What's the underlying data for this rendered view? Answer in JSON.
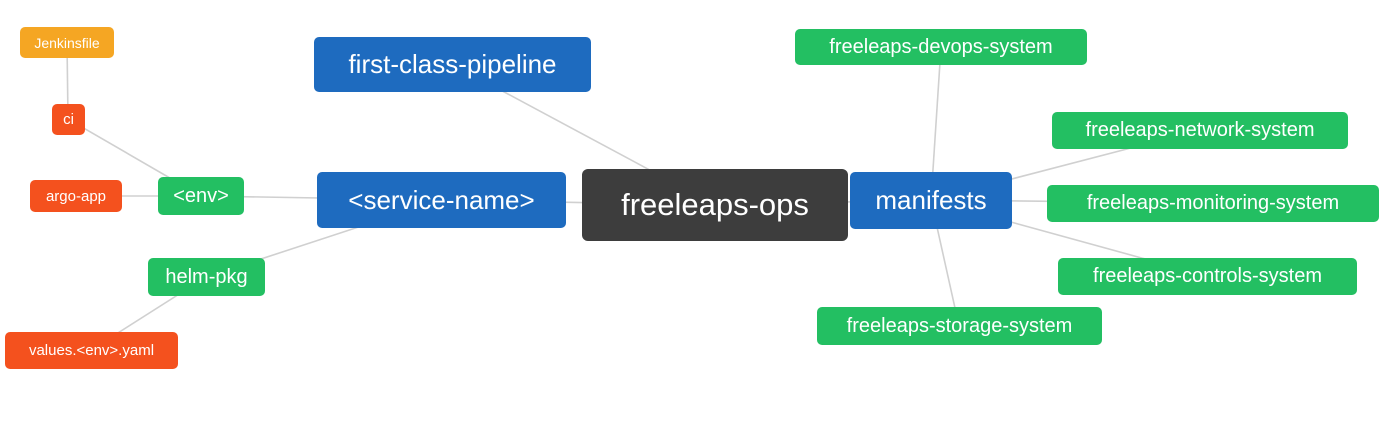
{
  "diagram": {
    "type": "mindmap",
    "colors": {
      "root_node": "#3d3d3d",
      "branch_node": "#1e6bbf",
      "leaf_green": "#23bf62",
      "leaf_orange": "#f4511e",
      "leaf_amber": "#f5a623",
      "edge": "#d0d0d0",
      "background": "#ffffff",
      "text": "#ffffff"
    },
    "nodes": {
      "root": {
        "label": "freeleaps-ops"
      },
      "first_class_pipeline": {
        "label": "first-class-pipeline"
      },
      "service_name": {
        "label": "<service-name>"
      },
      "env": {
        "label": "<env>"
      },
      "ci": {
        "label": "ci"
      },
      "jenkinsfile": {
        "label": "Jenkinsfile"
      },
      "argo_app": {
        "label": "argo-app"
      },
      "helm_pkg": {
        "label": "helm-pkg"
      },
      "values_env_yaml": {
        "label": "values.<env>.yaml"
      },
      "manifests": {
        "label": "manifests"
      },
      "devops_system": {
        "label": "freeleaps-devops-system"
      },
      "network_system": {
        "label": "freeleaps-network-system"
      },
      "monitoring_system": {
        "label": "freeleaps-monitoring-system"
      },
      "controls_system": {
        "label": "freeleaps-controls-system"
      },
      "storage_system": {
        "label": "freeleaps-storage-system"
      }
    },
    "edges": [
      [
        "root",
        "first_class_pipeline"
      ],
      [
        "root",
        "service_name"
      ],
      [
        "root",
        "manifests"
      ],
      [
        "service_name",
        "env"
      ],
      [
        "service_name",
        "helm_pkg"
      ],
      [
        "env",
        "ci"
      ],
      [
        "env",
        "argo_app"
      ],
      [
        "ci",
        "jenkinsfile"
      ],
      [
        "helm_pkg",
        "values_env_yaml"
      ],
      [
        "manifests",
        "devops_system"
      ],
      [
        "manifests",
        "network_system"
      ],
      [
        "manifests",
        "monitoring_system"
      ],
      [
        "manifests",
        "controls_system"
      ],
      [
        "manifests",
        "storage_system"
      ]
    ]
  }
}
